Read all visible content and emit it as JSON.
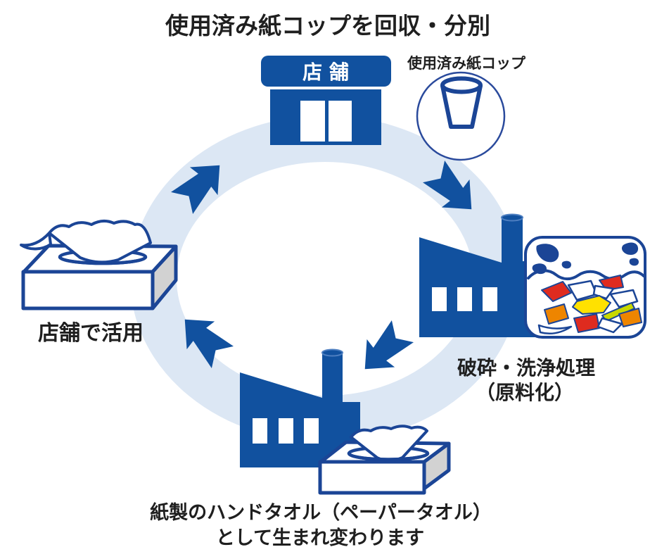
{
  "title": "使用済み紙コップを回収・分別",
  "colors": {
    "blue": "#11519F",
    "navy": "#1B4596",
    "ring": "#DCE7F4",
    "gray": "#D2D2D2",
    "red": "#DF2B1F",
    "orange": "#EE8500",
    "yellow": "#FFE100",
    "lime": "#C8D800",
    "ink": "#1F1F1F",
    "cap": "#4E7FC1",
    "cupring": "#2A4A9C"
  },
  "store": {
    "sign_label": "店 舗"
  },
  "cup": {
    "label": "使用済み紙コップ"
  },
  "process": {
    "label_line1": "破砕・洗浄処理",
    "label_line2": "（原料化）"
  },
  "product": {
    "label_line1": "紙製のハンドタオル（ペーパータオル）",
    "label_line2": "として生まれ変わります"
  },
  "reuse": {
    "label": "店舗で活用"
  },
  "icons": [
    "store-icon",
    "paper-cup-icon",
    "factory-icon",
    "shredded-paper-icon",
    "water-splash-icon",
    "tissue-box-icon",
    "cycle-arrow-icon"
  ]
}
